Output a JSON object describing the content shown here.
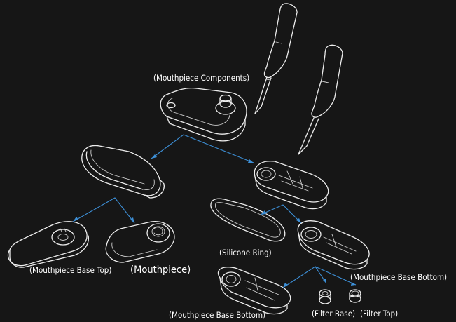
{
  "colors": {
    "background": "#161616",
    "line_art": "#ededed",
    "arrow": "#3d8fd6",
    "text": "#ffffff"
  },
  "labels": {
    "mouthpiece_components": "(Mouthpiece Components)",
    "mouthpiece_base_top": "(Mouthpiece Base Top)",
    "mouthpiece": "(Mouthpiece)",
    "silicone_ring": "(Silicone Ring)",
    "mouthpiece_base_bottom_right": "(Mouthpiece Base Bottom)",
    "mouthpiece_base_bottom_lower": "(Mouthpiece Base Bottom)",
    "filter_base": "(Filter Base)",
    "filter_top": "(Filter Top)"
  },
  "icons": [
    "screwdriver-icon",
    "screwdriver-icon"
  ]
}
